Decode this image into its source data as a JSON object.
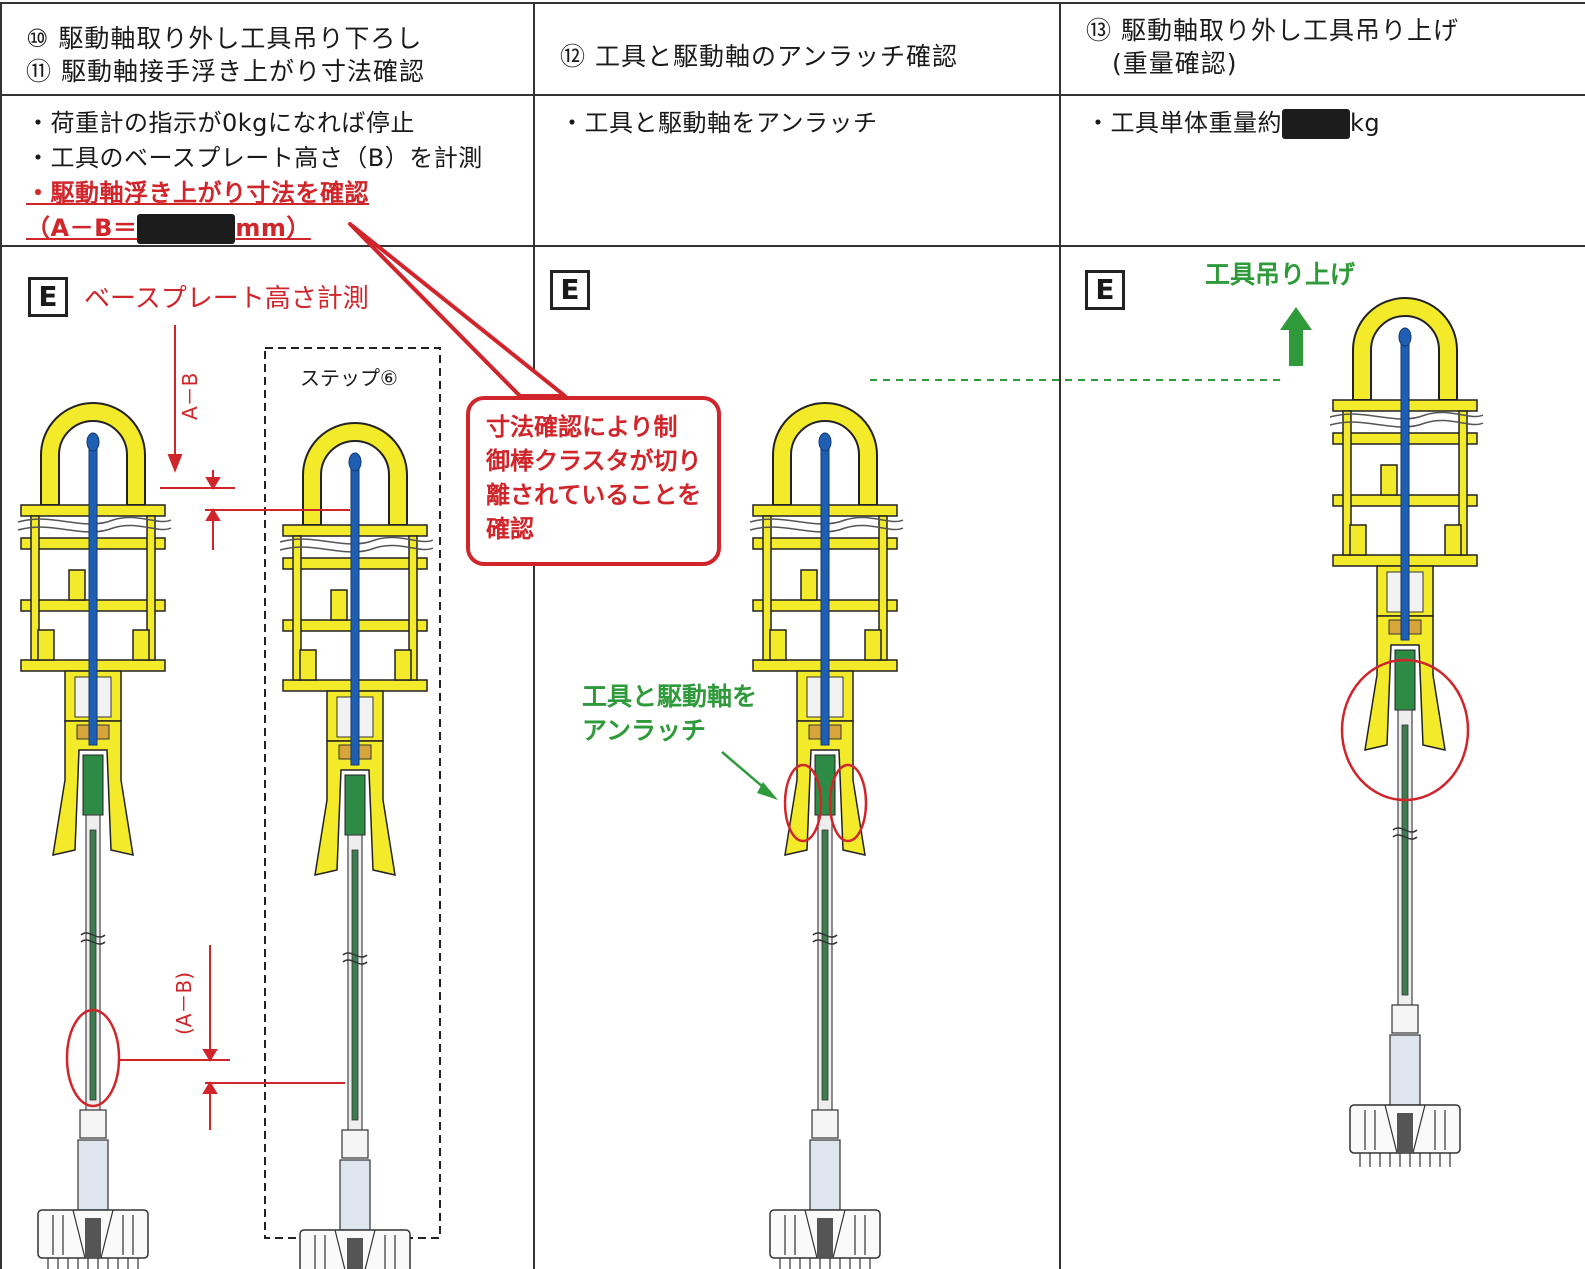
{
  "columns": [
    {
      "header_lines": [
        "⑩ 駆動軸取り外し工具吊り下ろし",
        "⑪ 駆動軸接手浮き上がり寸法確認"
      ],
      "desc_lines": [
        "・荷重計の指示が0kgになれば停止",
        "・工具のベースプレート高さ（B）を計測"
      ],
      "desc_red_line": "・駆動軸浮き上がり寸法を確認",
      "desc_red_formula_prefix": "（A－B＝",
      "desc_red_formula_suffix": "mm）",
      "e_label": "E",
      "annotation": "ベースプレート高さ計測",
      "step_label": "ステップ⑥",
      "dim_label_top": "A－B",
      "dim_label_bottom": "(A－B)"
    },
    {
      "header_lines": [
        "⑫ 工具と駆動軸のアンラッチ確認"
      ],
      "desc_lines": [
        "・工具と駆動軸をアンラッチ"
      ],
      "e_label": "E",
      "callout_lines": [
        "寸法確認により制",
        "御棒クラスタが切り",
        "離されていることを",
        "確認"
      ],
      "green_label_lines": [
        "工具と駆動軸を",
        "アンラッチ"
      ]
    },
    {
      "header_lines": [
        "⑬ 駆動軸取り外し工具吊り上げ",
        "　(重量確認)"
      ],
      "desc_prefix": "・工具単体重量約",
      "desc_suffix": "kg",
      "e_label": "E",
      "lift_label": "工具吊り上げ"
    }
  ],
  "colors": {
    "accent_red": "#d0252a",
    "accent_green": "#2f9a3a",
    "tool_yellow": "#f3ea2a",
    "shaft_blue": "#1e5fb4",
    "latch_green": "#2e8b45"
  }
}
